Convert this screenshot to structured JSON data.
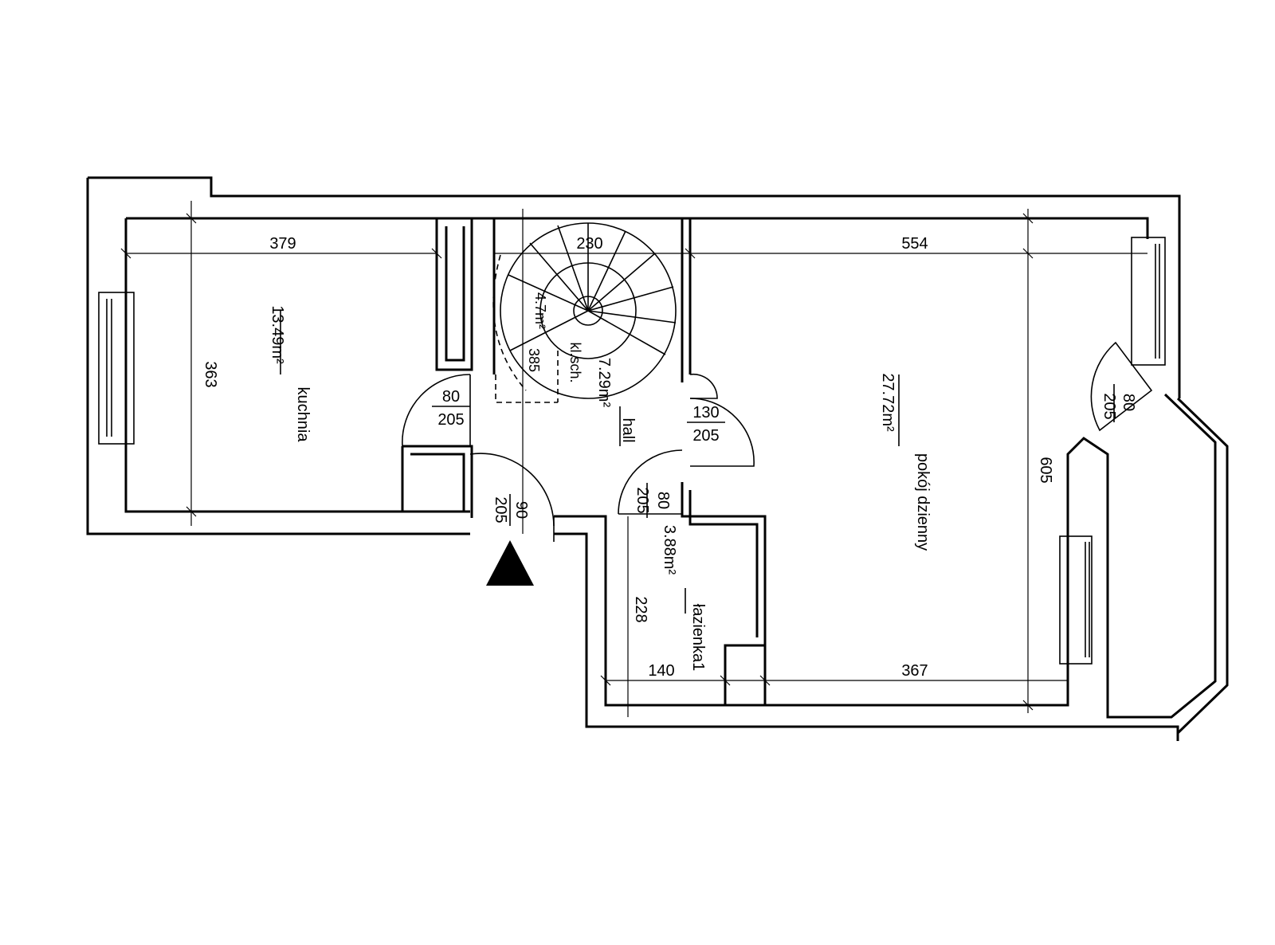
{
  "rooms": {
    "kitchen": {
      "name": "kuchnia",
      "area": "13.49m²"
    },
    "hall": {
      "name": "hall",
      "area": "7.29m²"
    },
    "stairs": {
      "name": "kl.sch.",
      "area": "4.7m²",
      "dim": "385"
    },
    "living": {
      "name": "pokój dzienny",
      "area": "27.72m²"
    },
    "bath": {
      "name": "łazienka1",
      "area": "3.88m²"
    }
  },
  "dimensions": {
    "kitchen_width": "379",
    "kitchen_depth": "363",
    "stairs_width": "230",
    "living_width_top": "554",
    "living_depth": "605",
    "living_width_bottom": "367",
    "bath_width": "140",
    "bath_depth": "228"
  },
  "doors": {
    "kitchen": {
      "width": "80",
      "height": "205"
    },
    "entry": {
      "width": "90",
      "height": "205"
    },
    "living": {
      "width": "130",
      "height": "205"
    },
    "bath": {
      "width": "80",
      "height": "205"
    },
    "balcony": {
      "width": "80",
      "height": "205"
    }
  }
}
